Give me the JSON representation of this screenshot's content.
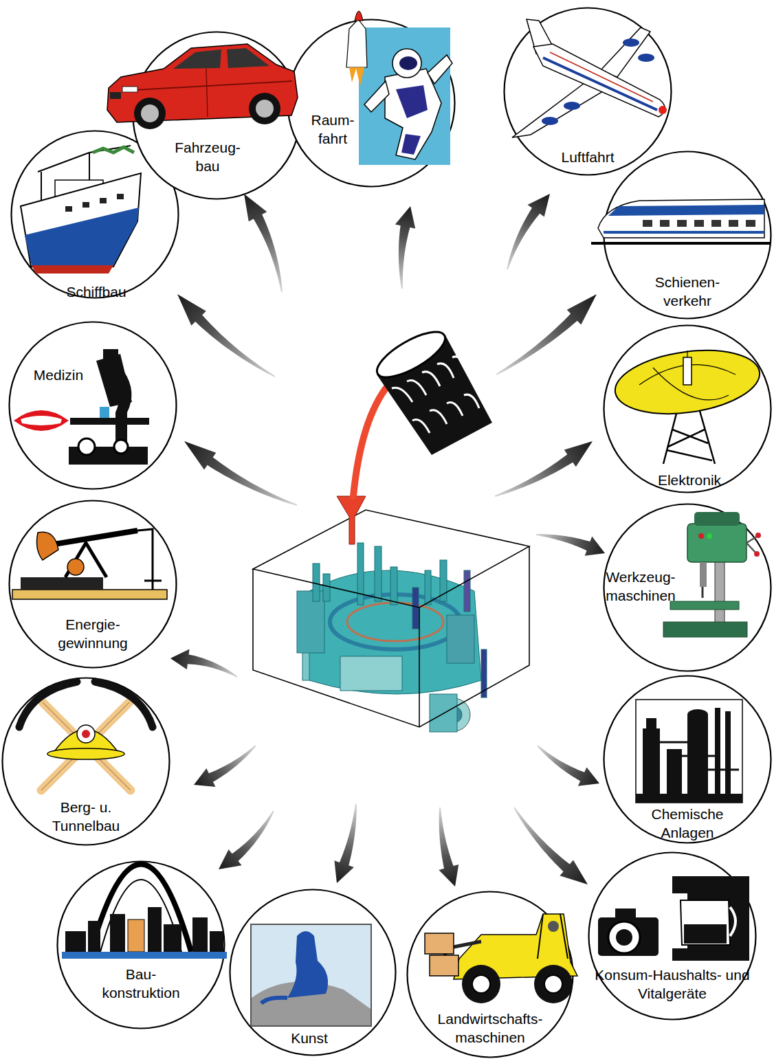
{
  "diagram": {
    "nodes": [
      {
        "text": [
          "Fahrzeug- bau"
        ]
      },
      {
        "text": [
          "Raum- fahrt"
        ]
      },
      {
        "text": [
          "Luftfahrt"
        ]
      },
      {
        "text": [
          "Schiffbau"
        ]
      },
      {
        "text": [
          "Schienen- verkehr"
        ]
      },
      {
        "text": [
          "Medizin"
        ]
      },
      {
        "text": [
          "Elektronik"
        ]
      },
      {
        "text": [
          "Energie- gewinnung"
        ]
      },
      {
        "text": [
          "Werkzeug- maschinen"
        ]
      },
      {
        "text": [
          "Berg- u. Tunnelbau"
        ]
      },
      {
        "text": [
          "Chemische Anlagen"
        ]
      },
      {
        "text": [
          "Bau- konstruktion"
        ]
      },
      {
        "text": [
          "Kunst"
        ]
      },
      {
        "text": [
          "Landwirtschafts- maschinen"
        ]
      },
      {
        "text": [
          "Konsum-Haushalts- und Vitalgeräte"
        ]
      }
    ]
  }
}
